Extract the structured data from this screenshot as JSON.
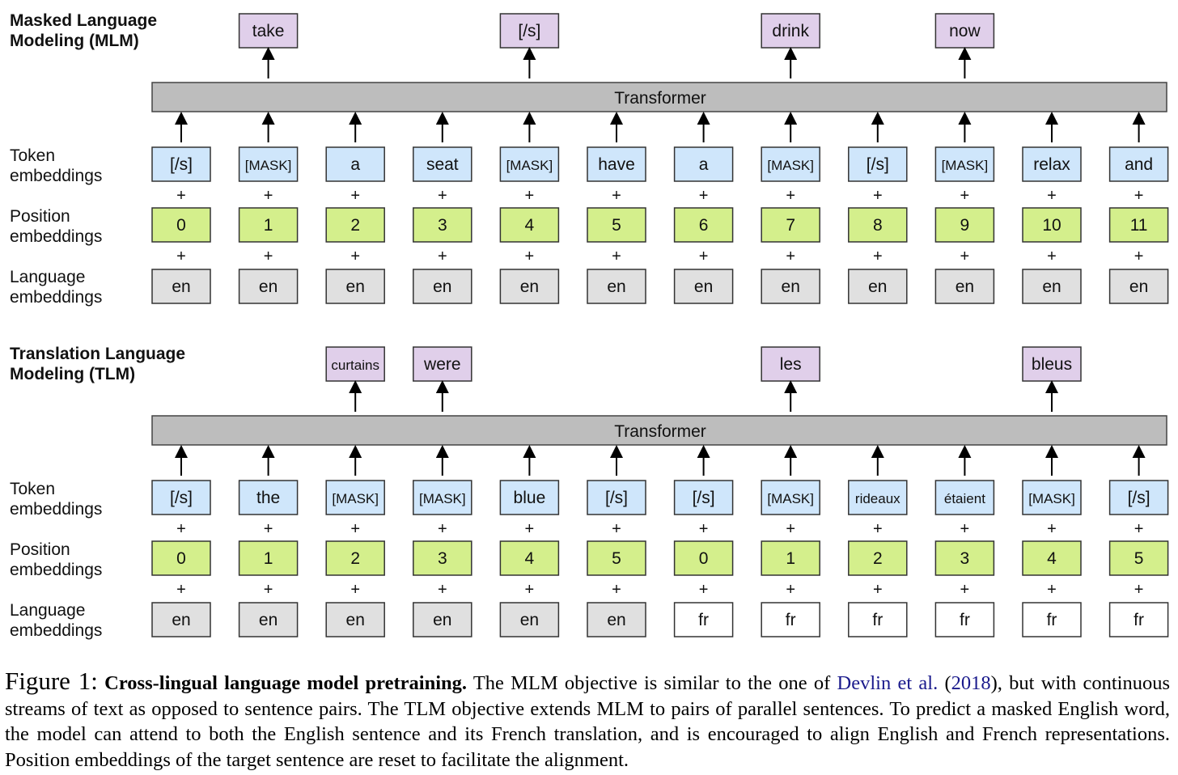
{
  "colors": {
    "output": "#e0cfea",
    "token": "#cfe6fb",
    "position": "#d4ef8c",
    "language_en": "#e0e0e0",
    "language_fr": "#ffffff",
    "transformer": "#bdbdbd"
  },
  "row_labels": {
    "token": [
      "Token",
      "embeddings"
    ],
    "position": [
      "Position",
      "embeddings"
    ],
    "language": [
      "Language",
      "embeddings"
    ]
  },
  "sections": [
    {
      "id": "mlm",
      "title": [
        "Masked Language",
        "Modeling (MLM)"
      ],
      "transformer_label": "Transformer",
      "outputs": [
        null,
        "take",
        null,
        null,
        "[/s]",
        null,
        null,
        "drink",
        null,
        "now",
        null,
        null
      ],
      "tokens": [
        "[/s]",
        "[MASK]",
        "a",
        "seat",
        "[MASK]",
        "have",
        "a",
        "[MASK]",
        "[/s]",
        "[MASK]",
        "relax",
        "and"
      ],
      "positions": [
        "0",
        "1",
        "2",
        "3",
        "4",
        "5",
        "6",
        "7",
        "8",
        "9",
        "10",
        "11"
      ],
      "languages": [
        "en",
        "en",
        "en",
        "en",
        "en",
        "en",
        "en",
        "en",
        "en",
        "en",
        "en",
        "en"
      ]
    },
    {
      "id": "tlm",
      "title": [
        "Translation Language",
        "Modeling (TLM)"
      ],
      "transformer_label": "Transformer",
      "outputs": [
        null,
        null,
        "curtains",
        "were",
        null,
        null,
        null,
        "les",
        null,
        null,
        "bleus",
        null
      ],
      "tokens": [
        "[/s]",
        "the",
        "[MASK]",
        "[MASK]",
        "blue",
        "[/s]",
        "[/s]",
        "[MASK]",
        "rideaux",
        "étaient",
        "[MASK]",
        "[/s]"
      ],
      "positions": [
        "0",
        "1",
        "2",
        "3",
        "4",
        "5",
        "0",
        "1",
        "2",
        "3",
        "4",
        "5"
      ],
      "languages": [
        "en",
        "en",
        "en",
        "en",
        "en",
        "en",
        "fr",
        "fr",
        "fr",
        "fr",
        "fr",
        "fr"
      ]
    }
  ],
  "caption": {
    "label": "Figure 1:",
    "title": "Cross-lingual language model pretraining.",
    "text_before_cite": "The MLM objective is similar to the one of",
    "cite_author": "Devlin et al.",
    "cite_year": "2018",
    "text_after_cite": ", but with continuous streams of text as opposed to sentence pairs. The TLM objective extends MLM to pairs of parallel sentences. To predict a masked English word, the model can attend to both the English sentence and its French translation, and is encouraged to align English and French representations. Position embeddings of the target sentence are reset to facilitate the alignment."
  }
}
